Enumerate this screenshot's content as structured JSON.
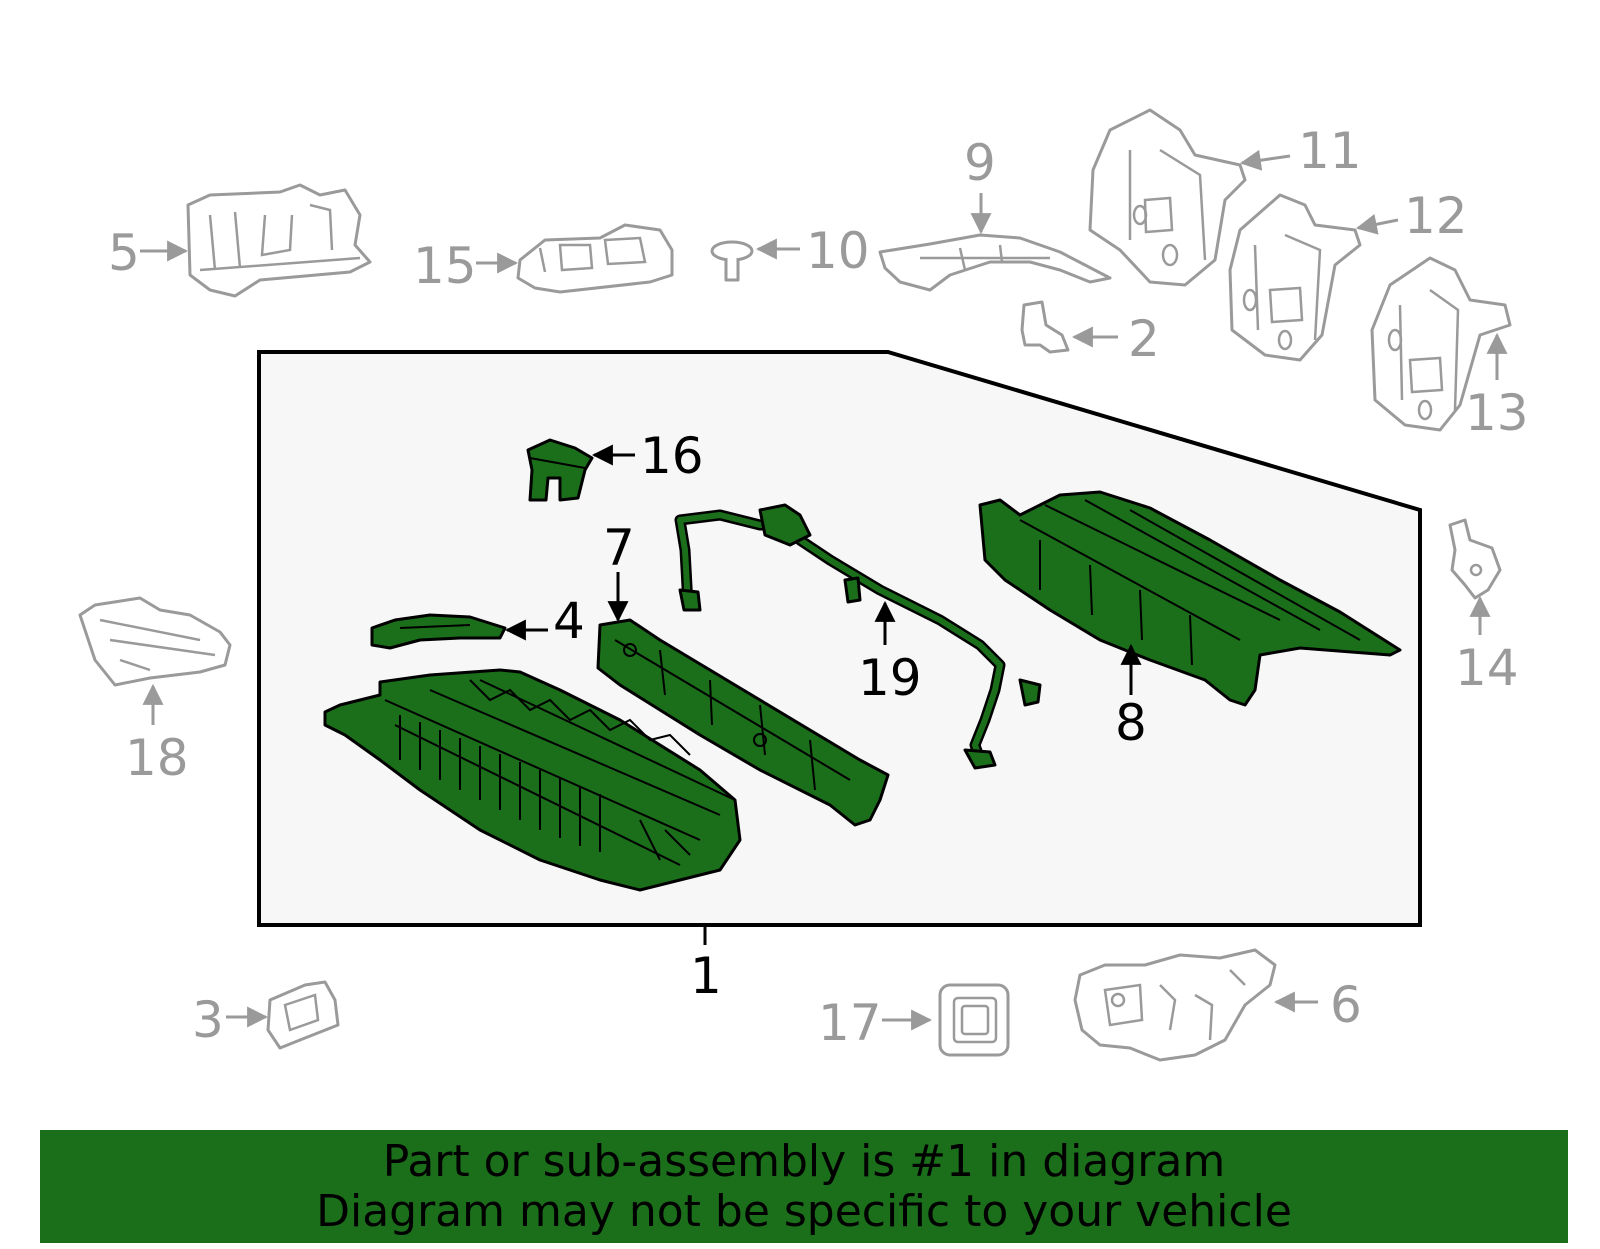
{
  "callouts": {
    "c1": "1",
    "c2": "2",
    "c3": "3",
    "c4": "4",
    "c5": "5",
    "c6": "6",
    "c7": "7",
    "c8": "8",
    "c9": "9",
    "c10": "10",
    "c11": "11",
    "c12": "12",
    "c13": "13",
    "c14": "14",
    "c15": "15",
    "c16": "16",
    "c17": "17",
    "c18": "18",
    "c19": "19"
  },
  "banner": {
    "line1": "Part or sub-assembly is #1 in diagram",
    "line2": "Diagram may not be specific to your vehicle"
  },
  "colors": {
    "highlight": "#1b6f1b",
    "muted_parts": "#9a9a9a",
    "assembly_panel": "#f7f7f7"
  }
}
